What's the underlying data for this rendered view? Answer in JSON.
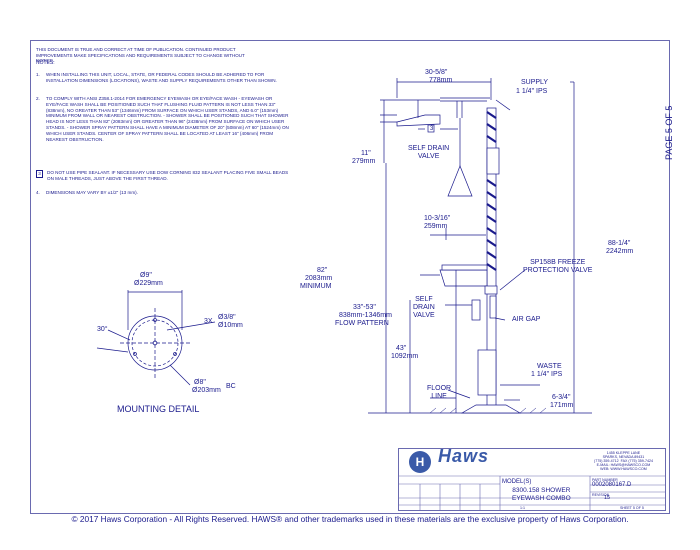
{
  "header_disclaimer": "THIS DOCUMENT IS TRUE AND CORRECT AT TIME OF PUBLICATION. CONTINUED PRODUCT IMPROVEMENTS MAKE SPECIFICATIONS AND REQUIREMENTS SUBJECT TO CHANGE WITHOUT NOTICE.",
  "notes_title": "NOTES:",
  "notes": [
    {
      "num": "1.",
      "text": "WHEN INSTALLING THIS UNIT, LOCAL, STATE, OR FEDERAL CODES SHOULD BE ADHERED TO FOR INSTALLATION DIMENSIONS (LOCATIONS), WASTE AND SUPPLY REQUIREMENTS OTHER THAN SHOWN."
    },
    {
      "num": "2.",
      "text": "TO COMPLY WITH ANSI Z358.1-2014 FOR EMERGENCY EYEWASH OR EYE/FACE WASH - EYEWASH OR EYE/FACE WASH SHALL BE POSITIONED SUCH THAT FLUSHING FLUID PATTERN IS NOT LESS THAN 33\" (838mm), NO GREATER THAN 53\" (1346mm) FROM SURFACE ON WHICH USER STANDS, AND 6.0\" (153mm) MINIMUM FROM WALL OR NEAREST OBSTRUCTION. - SHOWER SHALL BE POSITIONED SUCH THAT SHOWER HEAD IS NOT LESS THAN 82\" (2083mm) OR GREATER THAN 96\" (2438mm) FROM SURFACE ON WHICH USER STANDS. - SHOWER SPRAY PATTERN SHALL HAVE A MINIMUM DIAMETER OF 20\" (508mm) AT 60\" (1524mm) ON WHICH USER STANDS. CENTER OF SPRAY PATTERN SHALL BE LOCATED AT LEAST 16\" (406mm) FROM NEAREST OBSTRUCTION."
    },
    {
      "num": "3",
      "text": "DO NOT USE PIPE SEALANT. IF NECESSARY USE DOW CORNING 832 SEALANT PLACING FIVE SMALL BEADS ON MALE THREADS, JUST ABOVE THE FIRST THREAD."
    },
    {
      "num": "4.",
      "text": "DIMENSIONS MAY VARY BY ±1/2\" (13 mm)."
    }
  ],
  "page_label": "PAGE 5 OF 5",
  "mounting": {
    "title": "MOUNTING DETAIL",
    "dia_top_in": "Ø9\"",
    "dia_top_mm": "Ø229mm",
    "holes_qty": "3X",
    "hole_in": "Ø3/8\"",
    "hole_mm": "Ø10mm",
    "angle": "30°",
    "bc_in": "Ø8\"",
    "bc_mm": "Ø203mm",
    "bc": "BC"
  },
  "dims": {
    "width_in": "30-5/8\"",
    "width_mm": "778mm",
    "supply": "SUPPLY",
    "supply_size": "1 1/4\" IPS",
    "shower_drop_in": "11\"",
    "shower_drop_mm": "279mm",
    "self_drain_valve_top": "SELF DRAIN\nVALVE",
    "note_ref": "3",
    "eyewash_reach_in": "10-3/16\"",
    "eyewash_reach_mm": "259mm",
    "total_h_in": "88-1/4\"",
    "total_h_mm": "2242mm",
    "shower_h_in": "82\"",
    "shower_h_mm": "2083mm",
    "shower_h_note": "MINIMUM",
    "freeze_valve": "SP158B FREEZE\nPROTECTION VALVE",
    "flow_in": "33\"-53\"",
    "flow_mm": "838mm-1346mm",
    "flow_label": "FLOW PATTERN",
    "self_drain_valve_low": "SELF\nDRAIN\nVALVE",
    "air_gap": "AIR GAP",
    "eye_h_in": "43\"",
    "eye_h_mm": "1092mm",
    "waste": "WASTE",
    "waste_size": "1 1/4\" IPS",
    "floor": "FLOOR\nLINE",
    "base_in": "6-3/4\"",
    "base_mm": "171mm"
  },
  "title_block": {
    "brand": "Haws",
    "address": "1455 KLEPPE LANE\nSPARKS, NEVADA 89431\n(775) 359-4712  FAX (775) 359-7424\nE-MAIL: HAWS@HAWSCO.COM\nWEB: WWW.HAWSCO.COM",
    "model_label": "MODEL(S)",
    "model": "8300.158 SHOWER\nEYEWASH COMBO",
    "part_label": "PART NUMBER",
    "part_number": "0002080167.D",
    "rev_label": "REVISION",
    "rev": "15",
    "sheet": "SHEET 5 OF 5",
    "scale": "1:1"
  },
  "copyright": "© 2017 Haws Corporation - All Rights Reserved.  HAWS® and other trademarks used in these materials are the exclusive property of Haws Corporation.",
  "colors": {
    "ink": "#1a1a8c",
    "logo": "#3a5aa8"
  }
}
